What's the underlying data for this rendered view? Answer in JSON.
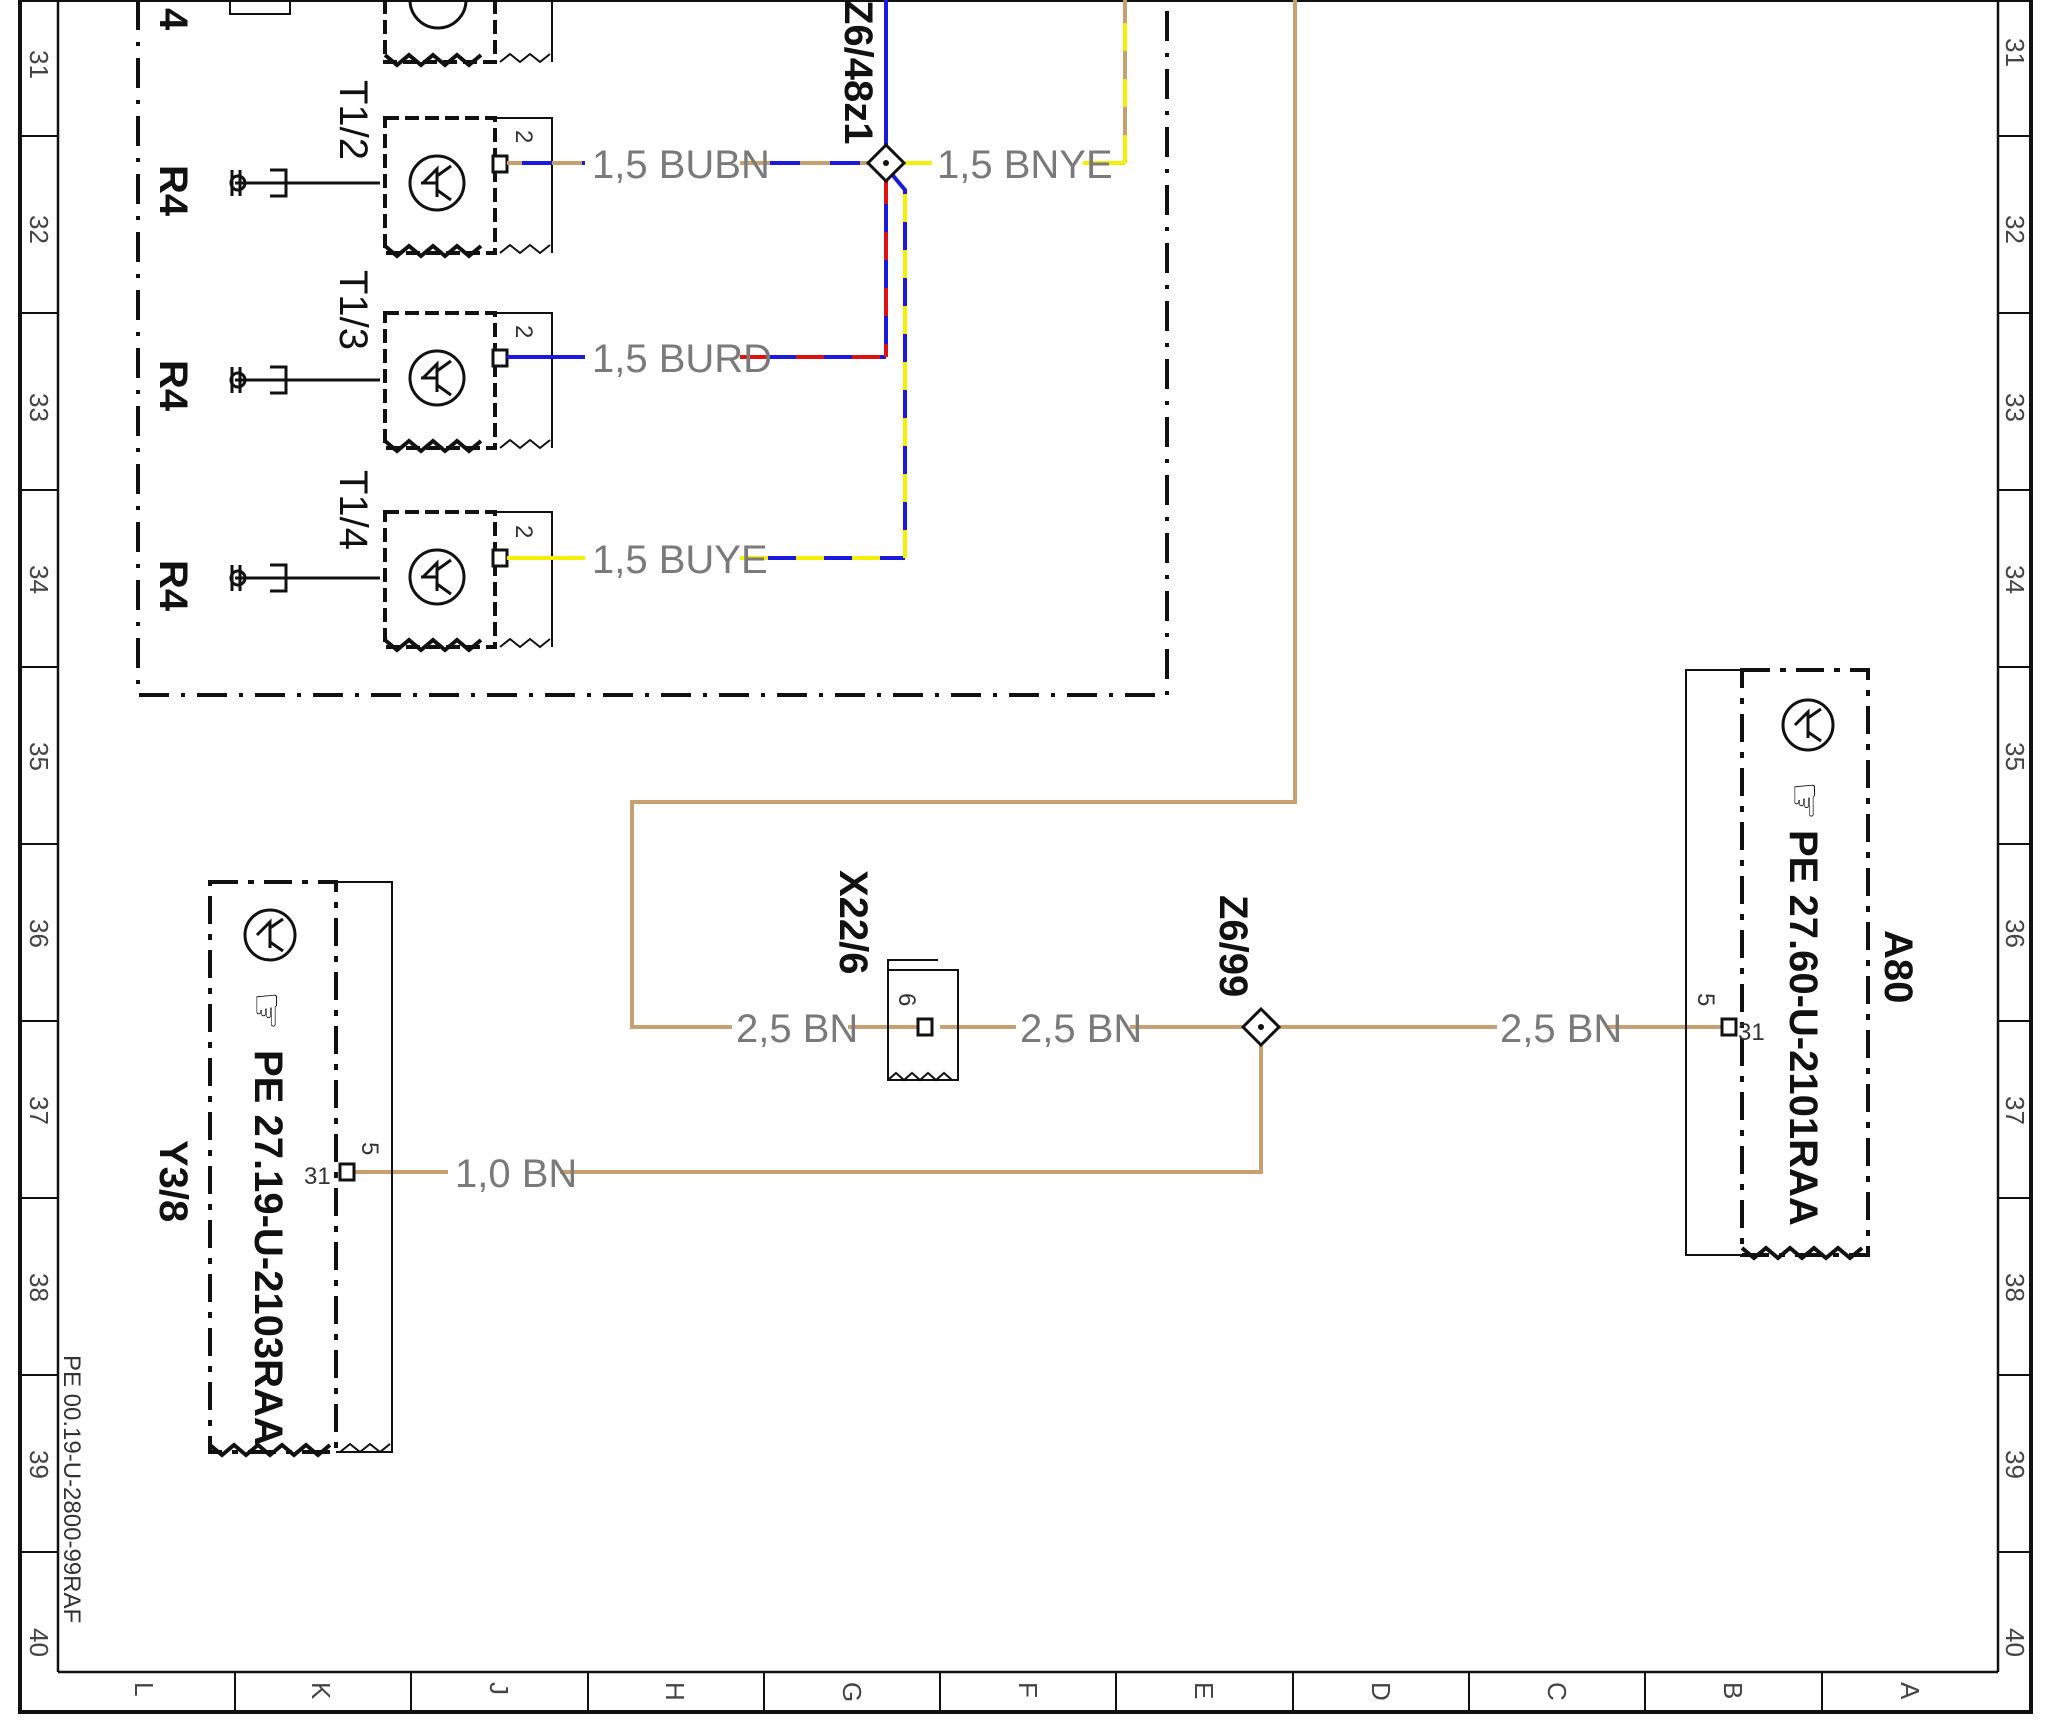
{
  "diagram": {
    "grid_rows": [
      "31",
      "32",
      "33",
      "34",
      "35",
      "36",
      "37",
      "38",
      "39",
      "40"
    ],
    "grid_cols": [
      "L",
      "K",
      "J",
      "H",
      "G",
      "F",
      "E",
      "D",
      "C",
      "B",
      "A"
    ],
    "wires": {
      "w_bubn": "1,5 BUBN",
      "w_bnye": "1,5 BNYE",
      "w_burd": "1,5 BURD",
      "w_buye": "1,5 BUYE",
      "w_25bn_a": "2,5 BN",
      "w_25bn_b": "2,5 BN",
      "w_25bn_c": "2,5 BN",
      "w_10bn": "1,0 BN"
    },
    "components": {
      "t12": "T1/2",
      "t13": "T1/3",
      "t14": "T1/4",
      "r4_a": "R4",
      "r4_b": "R4",
      "r4_c": "R4",
      "r4_top": "4",
      "z6_48z1": "Z6/48z1",
      "x22_6": "X22/6",
      "z6_99": "Z6/99",
      "a80": "A80",
      "a80_ref": "PE 27.60-U-2101RAA",
      "y3_8": "Y3/8",
      "y3_8_ref": "PE 27.19-U-2103RAA",
      "sheet_ref": "PE 00.19-U-2800-99RAF"
    },
    "pins": {
      "p_t12": "2",
      "p_t13": "2",
      "p_t14": "2",
      "p_x22": "6",
      "p_a80_5": "5",
      "p_a80_31": "31",
      "p_y38_5": "5",
      "p_y38_31": "31"
    },
    "colors": {
      "brown": "#c8a070",
      "blue": "#1a1adf",
      "yellow": "#f5f000",
      "red": "#e01010",
      "frame": "#111111"
    }
  }
}
